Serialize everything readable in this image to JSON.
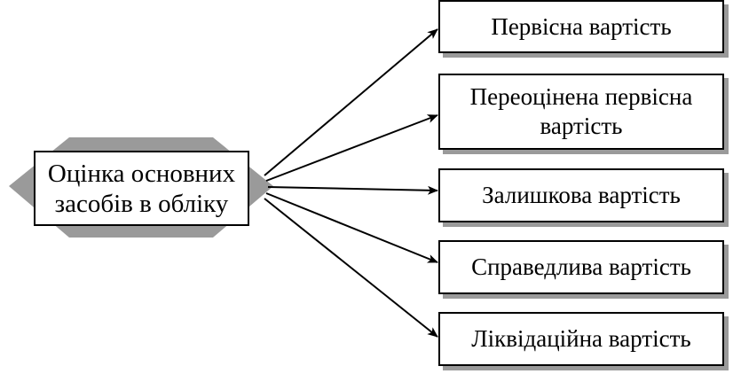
{
  "center": {
    "label": "Оцінка основних\nзасобів в обліку"
  },
  "targets": [
    {
      "label": "Первісна вартість"
    },
    {
      "label": "Переоцінена первісна\nвартість"
    },
    {
      "label": "Залишкова вартість"
    },
    {
      "label": "Справедлива вартість"
    },
    {
      "label": "Ліквідаційна вартість"
    }
  ],
  "colors": {
    "shadow": "#9a9a9a",
    "border": "#000000",
    "background": "#ffffff"
  }
}
